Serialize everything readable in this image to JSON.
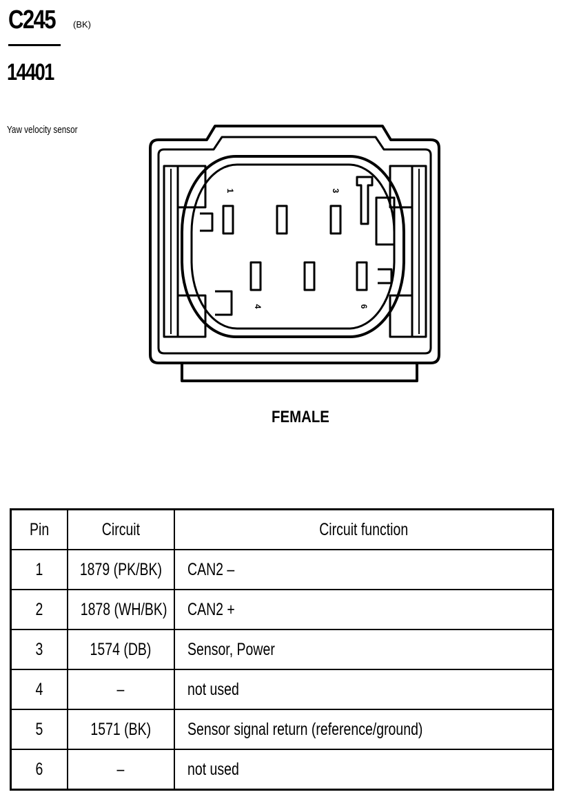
{
  "header": {
    "connector_id": "C245",
    "connector_color": "(BK)",
    "part_number": "14401",
    "description": "Yaw velocity sensor"
  },
  "diagram": {
    "gender_label": "FEMALE",
    "pin_labels": [
      "1",
      "3",
      "4",
      "6"
    ]
  },
  "table": {
    "headers": [
      "Pin",
      "Circuit",
      "Circuit function"
    ],
    "rows": [
      {
        "pin": "1",
        "circuit": "1879 (PK/BK)",
        "function": "CAN2 –"
      },
      {
        "pin": "2",
        "circuit": "1878 (WH/BK)",
        "function": "CAN2 +"
      },
      {
        "pin": "3",
        "circuit": "1574 (DB)",
        "function": "Sensor, Power"
      },
      {
        "pin": "4",
        "circuit": "–",
        "function": "not used"
      },
      {
        "pin": "5",
        "circuit": "1571 (BK)",
        "function": "Sensor signal return (reference/ground)"
      },
      {
        "pin": "6",
        "circuit": "–",
        "function": "not used"
      }
    ]
  }
}
